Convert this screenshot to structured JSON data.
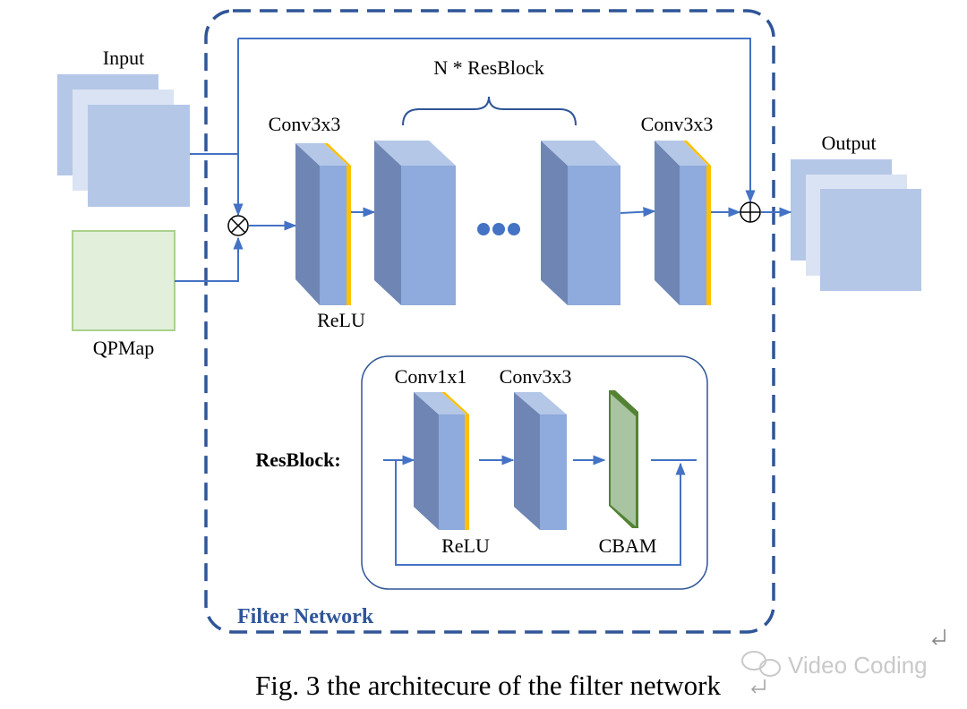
{
  "labels": {
    "input": "Input",
    "qpmap": "QPMap",
    "output": "Output",
    "conv_first": "Conv3x3",
    "relu_first": "ReLU",
    "resblock_group": "N * ResBlock",
    "conv_last": "Conv3x3",
    "filter_network": "Filter Network"
  },
  "resblock": {
    "title": "ResBlock:",
    "conv1": "Conv1x1",
    "conv2": "Conv3x3",
    "relu": "ReLU",
    "cbam": "CBAM"
  },
  "caption": "Fig. 3 the architecure of the filter network",
  "watermark": "Video Coding",
  "colors": {
    "frame_dash": "#2f5597",
    "arrow": "#4472c4",
    "input_square": "#b4c7e7",
    "input_square_light": "#dae3f3",
    "qpmap_fill": "#e2efda",
    "qpmap_border": "#a9d18e",
    "block_front": "#8faadc",
    "block_side": "#6f86b4",
    "block_top": "#b4c7e7",
    "relu_strip": "#ffc000",
    "cbam_fill": "#a9c4a0",
    "cbam_border": "#548235"
  }
}
